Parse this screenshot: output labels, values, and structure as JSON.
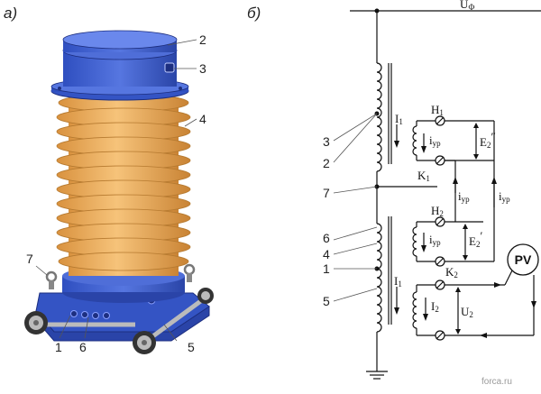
{
  "panels": {
    "left": "а)",
    "right": "б)"
  },
  "left_labels": [
    "2",
    "3",
    "4",
    "7",
    "1",
    "6",
    "5"
  ],
  "right_labels": [
    "3",
    "2",
    "7",
    "6",
    "4",
    "1",
    "5"
  ],
  "symbols": {
    "uf_main": "U",
    "uf_sub": "Ф",
    "i1_top_main": "I",
    "i1_top_sub": "1",
    "i1_bot_main": "I",
    "i1_bot_sub": "1",
    "h1_main": "H",
    "h1_sub": "1",
    "k1_main": "K",
    "k1_sub": "1",
    "h2_main": "H",
    "h2_sub": "2",
    "k2_main": "K",
    "k2_sub": "2",
    "iyp1_main": "i",
    "iyp1_sub": "ур",
    "iyp2_main": "i",
    "iyp2_sub": "ур",
    "iyp3_main": "i",
    "iyp3_sub": "ур",
    "iyp4_main": "i",
    "iyp4_sub": "ур",
    "e2pp_main": "E",
    "e2pp_sub": "2",
    "e2pp_mark": "″",
    "e2p_main": "E",
    "e2p_sub": "2",
    "e2p_mark": "′",
    "i2_main": "I",
    "i2_sub": "2",
    "u2_main": "U",
    "u2_sub": "2",
    "pv": "PV"
  },
  "watermark": "forca.ru",
  "colors": {
    "blue": "#3f5fd0",
    "blue_dark": "#2b44a8",
    "orange": "#f0b060",
    "orange_dark": "#c98a3c"
  }
}
